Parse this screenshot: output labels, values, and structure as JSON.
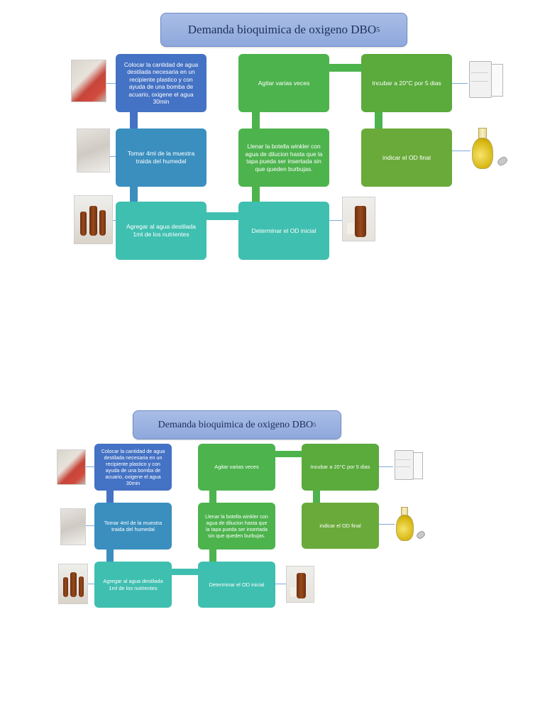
{
  "diagram": {
    "title_main": "Demanda bioquimica de oxigeno DBO",
    "title_sub": "5",
    "steps": {
      "colocar": "Colocar la cantidad de agua destilada necesaria en un recipiente plastico y con ayuda de una bomba de acuario, oxigene el agua 30min",
      "tomar": "Tomar 4ml de la muestra traida del humedal",
      "agregar": "Agregar al agua destilada 1ml de los nutrientes",
      "determinar": "Determinar el OD inicial",
      "llenar": "Llenar la  botella winkler con agua de dilucion hasta que la tapa pueda  ser insertada sin que queden burbujas.",
      "agitar": "Agitar varias veces",
      "incubar": "Incubar a 20°C por  5 dias",
      "indicar": "indicar el OD final"
    }
  },
  "colors": {
    "blue": "#4472c4",
    "steel": "#3a8fbf",
    "teal": "#3fbfb0",
    "green": "#4db34d",
    "title_bg": "#8ea8dc"
  }
}
